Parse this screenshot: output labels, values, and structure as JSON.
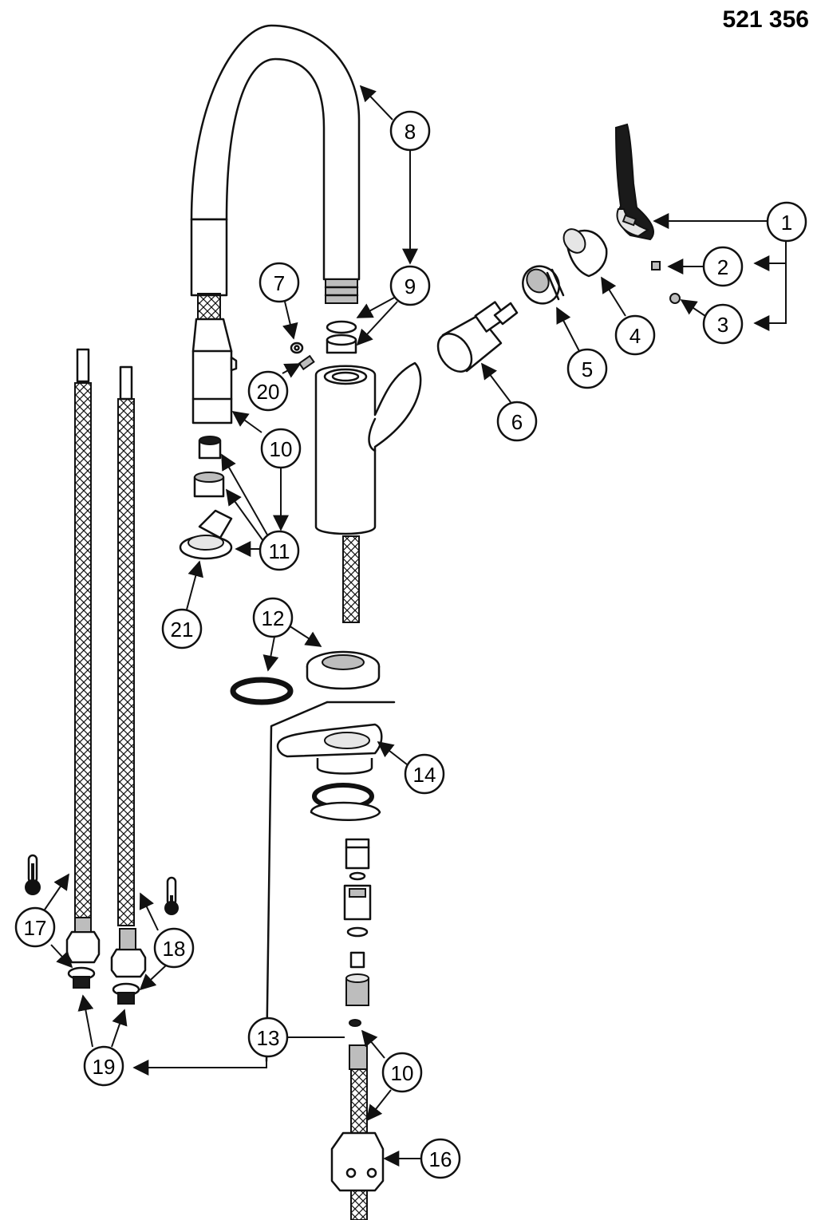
{
  "document": {
    "part_number": "521 356"
  },
  "callouts": {
    "c1": "1",
    "c2": "2",
    "c3": "3",
    "c4": "4",
    "c5": "5",
    "c6": "6",
    "c7": "7",
    "c8": "8",
    "c9": "9",
    "c10a": "10",
    "c10b": "10",
    "c11": "11",
    "c12": "12",
    "c13": "13",
    "c14": "14",
    "c16": "16",
    "c17": "17",
    "c18": "18",
    "c19": "19",
    "c20": "20",
    "c21": "21"
  },
  "icons": {
    "hot": "thermometer-hot-icon",
    "cold": "thermometer-cold-icon"
  },
  "colors": {
    "ink": "#111111",
    "fill": "#ffffff",
    "shade": "#bdbdbd"
  }
}
